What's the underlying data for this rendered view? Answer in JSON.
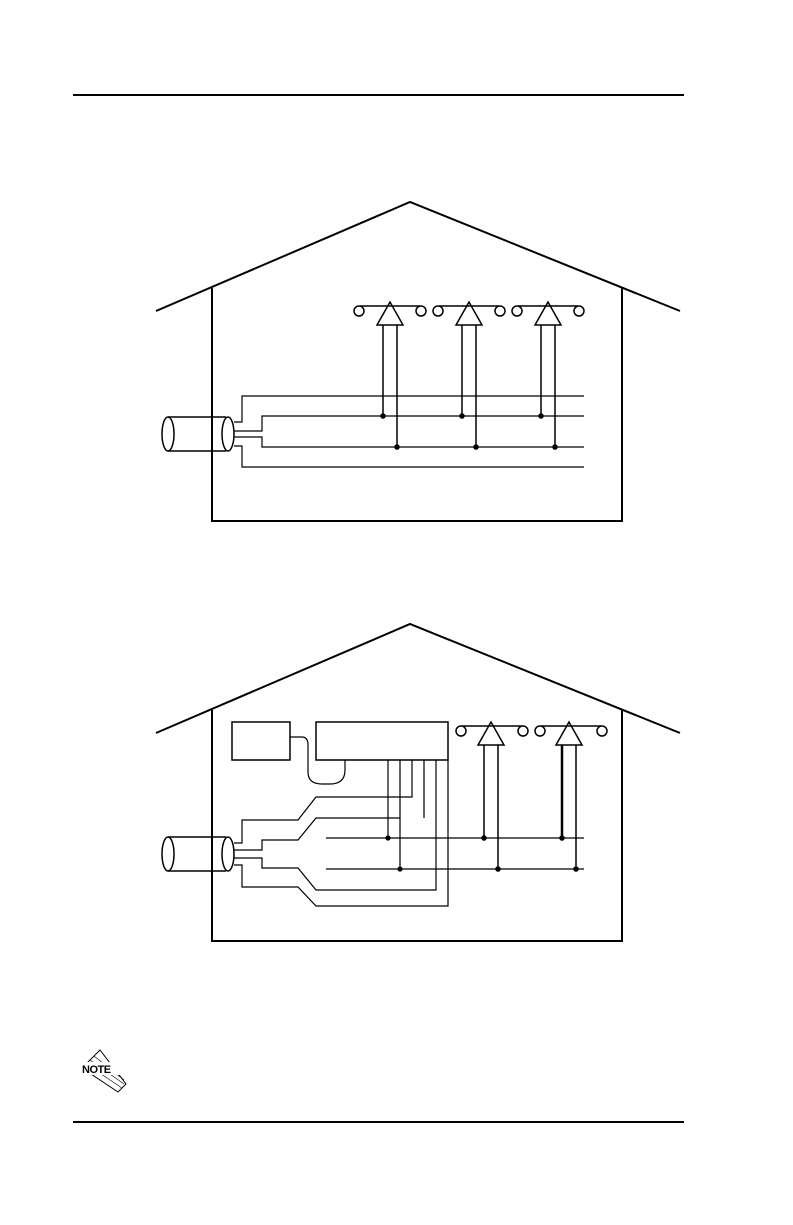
{
  "page": {
    "background": "#ffffff",
    "line_color": "#000000"
  },
  "figure_top": {
    "description_icons": [
      "house-outline",
      "cable-cylinder",
      "telephone-icon",
      "telephone-icon",
      "telephone-icon"
    ]
  },
  "figure_bottom": {
    "description_icons": [
      "house-outline",
      "cable-cylinder",
      "small-box",
      "large-box",
      "telephone-icon",
      "telephone-icon"
    ]
  },
  "note": {
    "icon": "note-icon",
    "label": "NOTE"
  }
}
